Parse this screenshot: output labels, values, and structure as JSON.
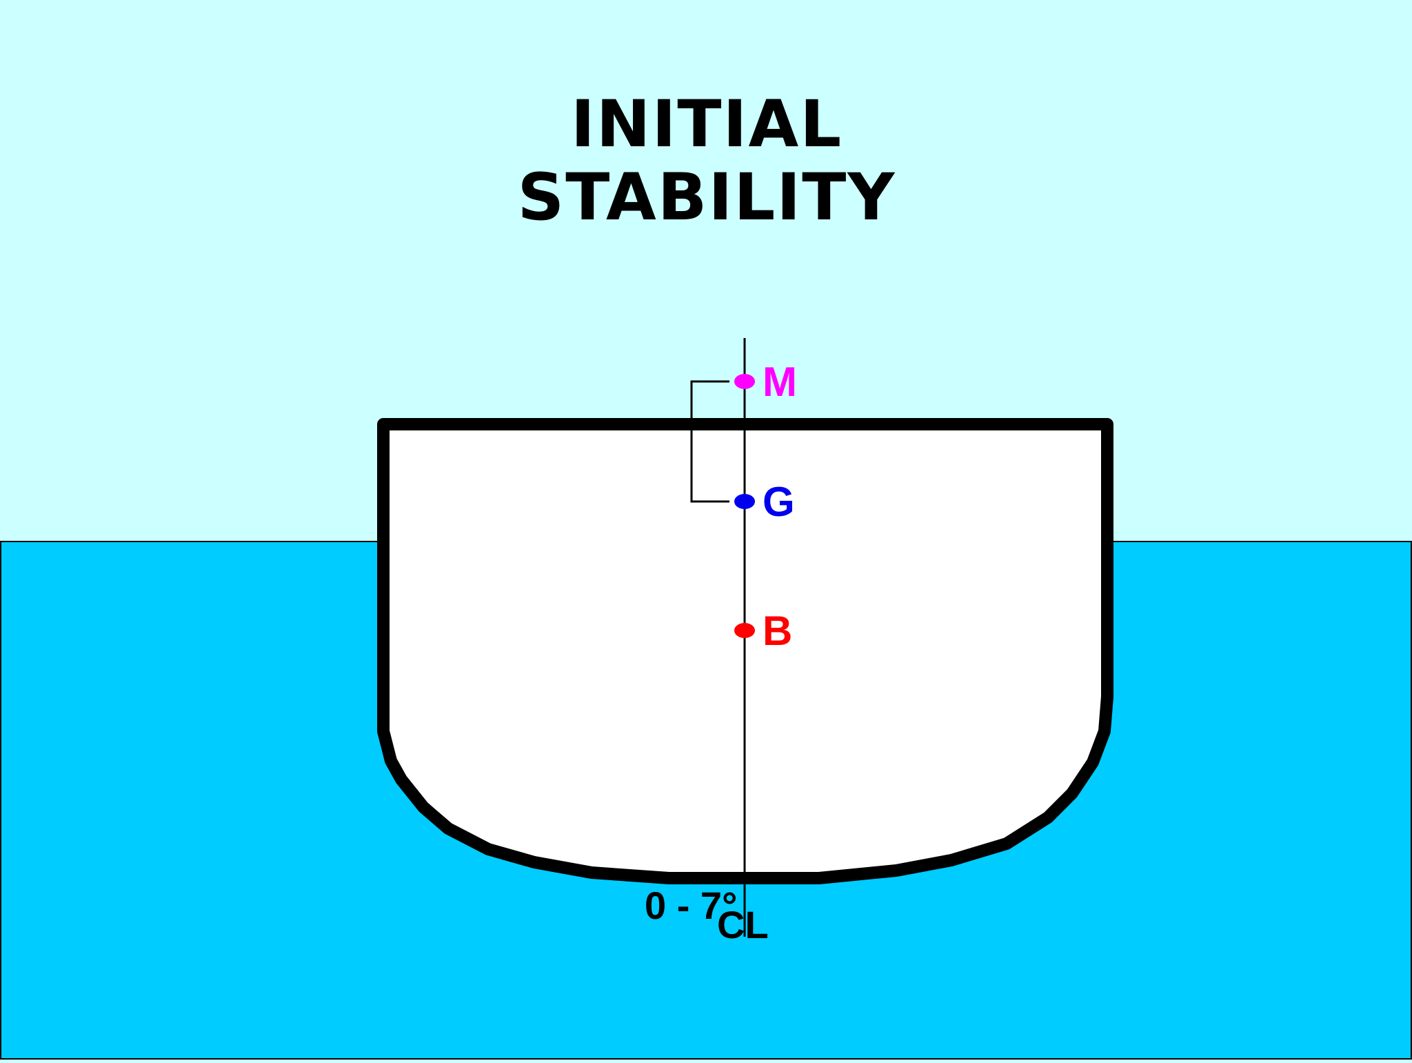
{
  "title": {
    "line1": "INITIAL",
    "line2": "STABILITY"
  },
  "points": {
    "M": {
      "label": "M",
      "color": "#ff00ff"
    },
    "G": {
      "label": "G",
      "color": "#0000ee"
    },
    "B": {
      "label": "B",
      "color": "#ff0000"
    }
  },
  "angle_range": "0 - 7°",
  "centerline_label": "CL",
  "colors": {
    "sky": "#ccffff",
    "water": "#00ccff",
    "hull_fill": "#ffffff",
    "hull_stroke": "#000000"
  }
}
